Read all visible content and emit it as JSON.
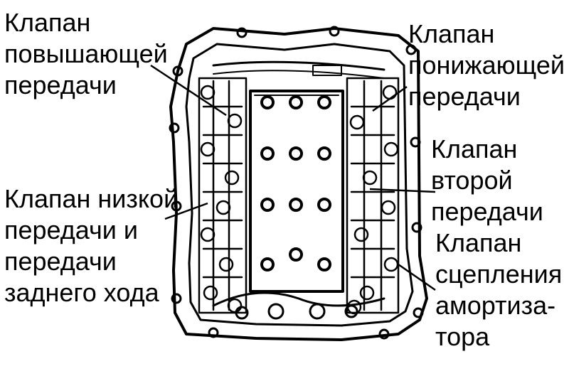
{
  "labels": {
    "upshift_valve": [
      "Клапан",
      "повышающей",
      "передачи"
    ],
    "downshift_valve": [
      "Клапан",
      "понижающей",
      "передачи"
    ],
    "second_gear_valve": [
      "Клапан",
      "второй",
      "передачи"
    ],
    "low_reverse_valve": [
      "Клапан низкой",
      "передачи и",
      "передачи",
      "заднего хода"
    ],
    "damper_clutch_valve": [
      "Клапан",
      "сцепления",
      "амортиза-",
      "тора"
    ]
  },
  "colors": {
    "ink": "#000000",
    "background": "#ffffff"
  }
}
